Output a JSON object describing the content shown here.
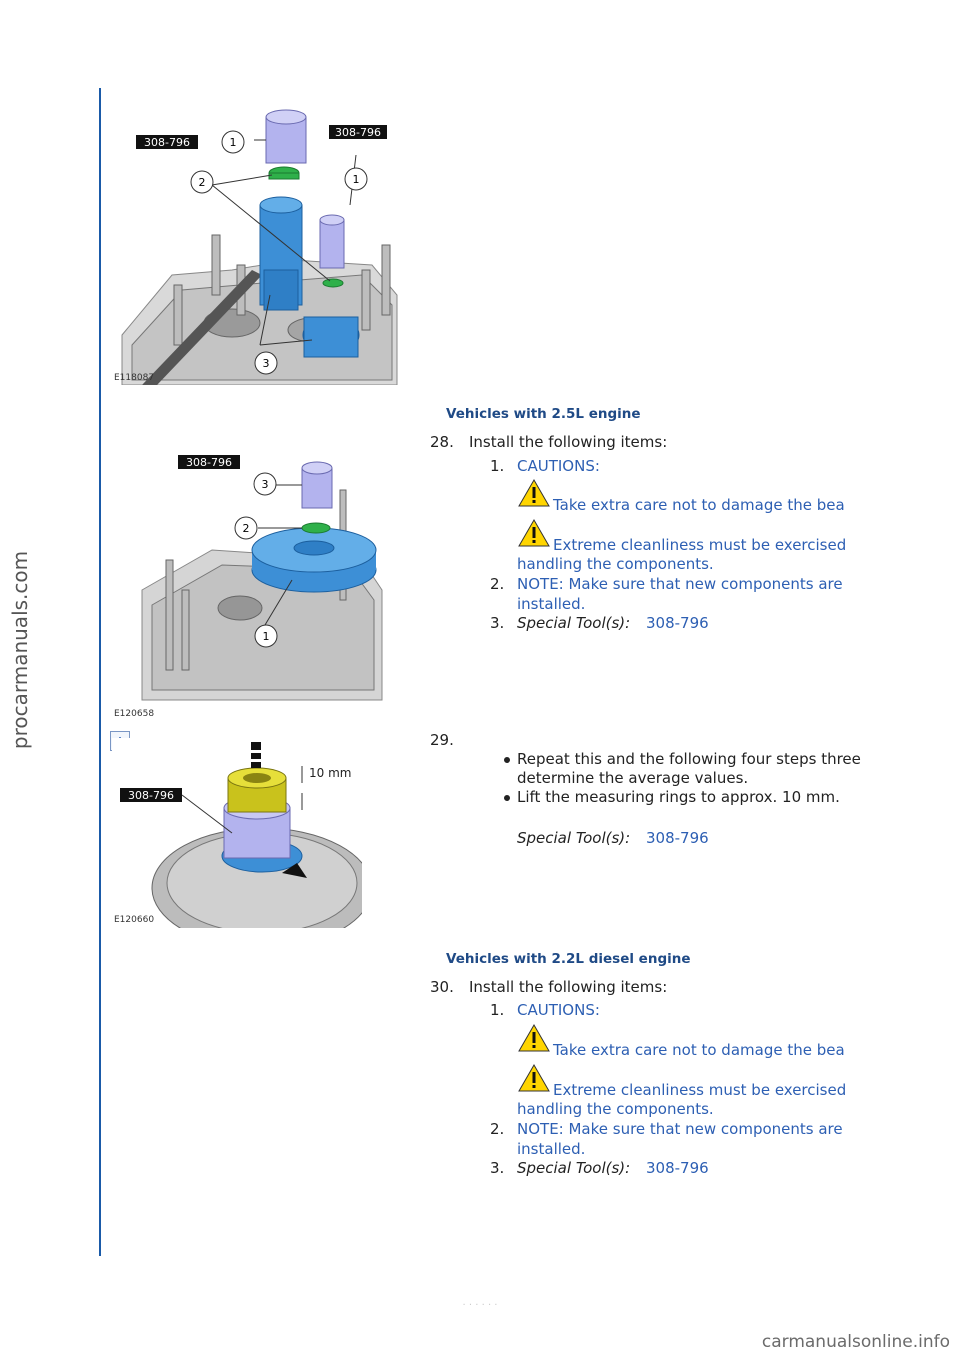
{
  "watermark_side": "procarmanuals.com",
  "watermark_bottom": "carmanualsonline.info",
  "figures": {
    "fig1": {
      "code": "E118087",
      "callouts": [
        "1",
        "2",
        "1",
        "3"
      ],
      "tool_labels": [
        "308-796",
        "308-796"
      ]
    },
    "fig2": {
      "code": "E120658",
      "callouts": [
        "3",
        "2",
        "1"
      ],
      "tool_labels": [
        "308-796"
      ]
    },
    "fig3": {
      "code": "E120660",
      "tool_labels": [
        "308-796"
      ],
      "dimension": "10 mm"
    }
  },
  "section1": {
    "heading": "Vehicles with 2.5L engine",
    "step_number": "28.",
    "step_text": "Install the following items:",
    "items": [
      {
        "num": "1.",
        "label": "CAUTIONS:"
      },
      {
        "num": "2.",
        "label": "NOTE: Make sure that new components are",
        "label2": "installed."
      },
      {
        "num": "3.",
        "label": "Special Tool(s):",
        "link": "308-796"
      }
    ],
    "cautions": [
      "Take extra care not to damage the bea",
      "Extreme cleanliness must be exercised",
      "handling the components."
    ]
  },
  "section2": {
    "step_number": "29.",
    "bullets": [
      "Repeat this and the following four steps three",
      "determine the average values.",
      "Lift the measuring rings to approx. 10 mm."
    ],
    "special_tools_label": "Special Tool(s):",
    "special_tools_link": "308-796"
  },
  "section3": {
    "heading": "Vehicles with 2.2L diesel engine",
    "step_number": "30.",
    "step_text": "Install the following items:",
    "items": [
      {
        "num": "1.",
        "label": "CAUTIONS:"
      },
      {
        "num": "2.",
        "label": "NOTE: Make sure that new components are",
        "label2": "installed."
      },
      {
        "num": "3.",
        "label": "Special Tool(s):",
        "link": "308-796"
      }
    ],
    "cautions": [
      "Take extra care not to damage the bea",
      "Extreme cleanliness must be exercised",
      "handling the components."
    ]
  },
  "footer": "· · · · · ·",
  "colors": {
    "rule": "#1a5aa8",
    "link": "#2d5fb3",
    "heading": "#1f4a86",
    "part_blue": "#3d8fd6",
    "part_green": "#2fb04a",
    "tool_lavender": "#b3b3ee",
    "tool_yellow": "#c9c21c"
  },
  "icons": [
    "warning-triangle-icon",
    "zoom-magnify-icon"
  ]
}
